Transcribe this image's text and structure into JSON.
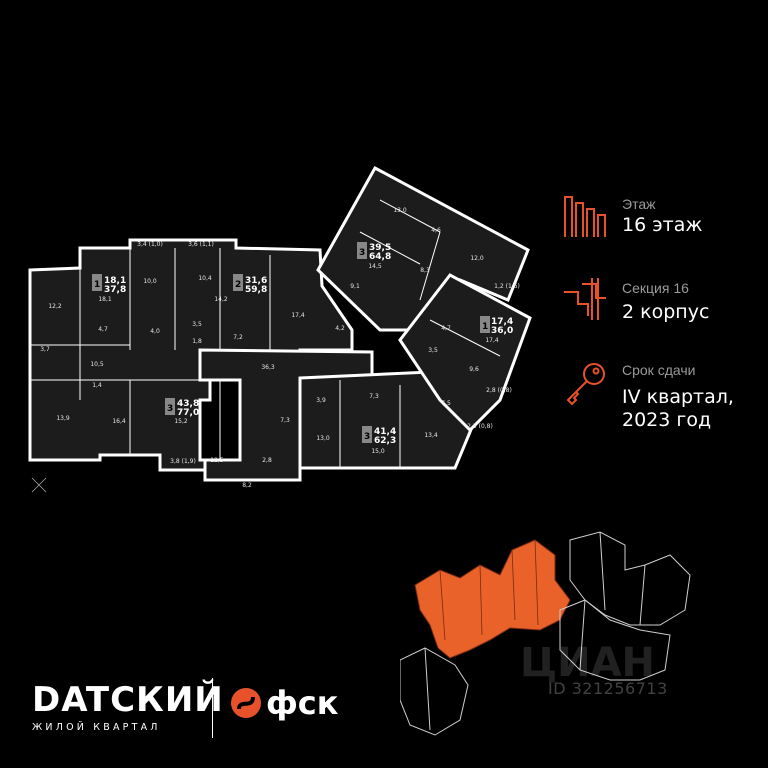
{
  "info": {
    "floor_label": "Этаж",
    "floor_value": "16 этаж",
    "section_label": "Секция 16",
    "section_value": "2 корпус",
    "deadline_label": "Срок сдачи",
    "deadline_value_line1": "IV квартал,",
    "deadline_value_line2": "2023 год",
    "accent_color": "#e8522a"
  },
  "brand": {
    "name": "DATСКИЙ",
    "subtitle": "ЖИЛОЙ КВАРТАЛ",
    "partner": "фск"
  },
  "watermark": {
    "logo_text": "ЦИАН",
    "id_text": "ID 321256713"
  },
  "plan": {
    "apartments": [
      {
        "rooms": "1",
        "living": "18,1",
        "total": "37,8"
      },
      {
        "rooms": "2",
        "living": "31,6",
        "total": "59,8"
      },
      {
        "rooms": "3",
        "living": "39,5",
        "total": "64,8"
      },
      {
        "rooms": "1",
        "living": "17,4",
        "total": "36,0"
      },
      {
        "rooms": "3",
        "living": "43,8",
        "total": "77,0"
      },
      {
        "rooms": "3",
        "living": "41,4",
        "total": "62,3"
      }
    ],
    "room_areas": [
      "13,0",
      "4,6",
      "12,0",
      "14,5",
      "8,3",
      "3,4 (1,0)",
      "3,6 (1,1)",
      "10,0",
      "10,4",
      "18,1",
      "14,2",
      "9,1",
      "1,2 (1,6)",
      "12,2",
      "4,7",
      "4,0",
      "3,5",
      "7,2",
      "17,4",
      "4,2",
      "4,7",
      "17,4",
      "1,8",
      "3,7",
      "10,5",
      "1,4",
      "36,3",
      "3,5",
      "9,6",
      "2,8 (0,8)",
      "7,5",
      "13,9",
      "16,4",
      "15,2",
      "3,9",
      "7,3",
      "7,3",
      "13,0",
      "15,0",
      "13,4",
      "2,5 (0,8)",
      "12,5",
      "2,8",
      "3,8 (1,9)",
      "8,2"
    ]
  }
}
